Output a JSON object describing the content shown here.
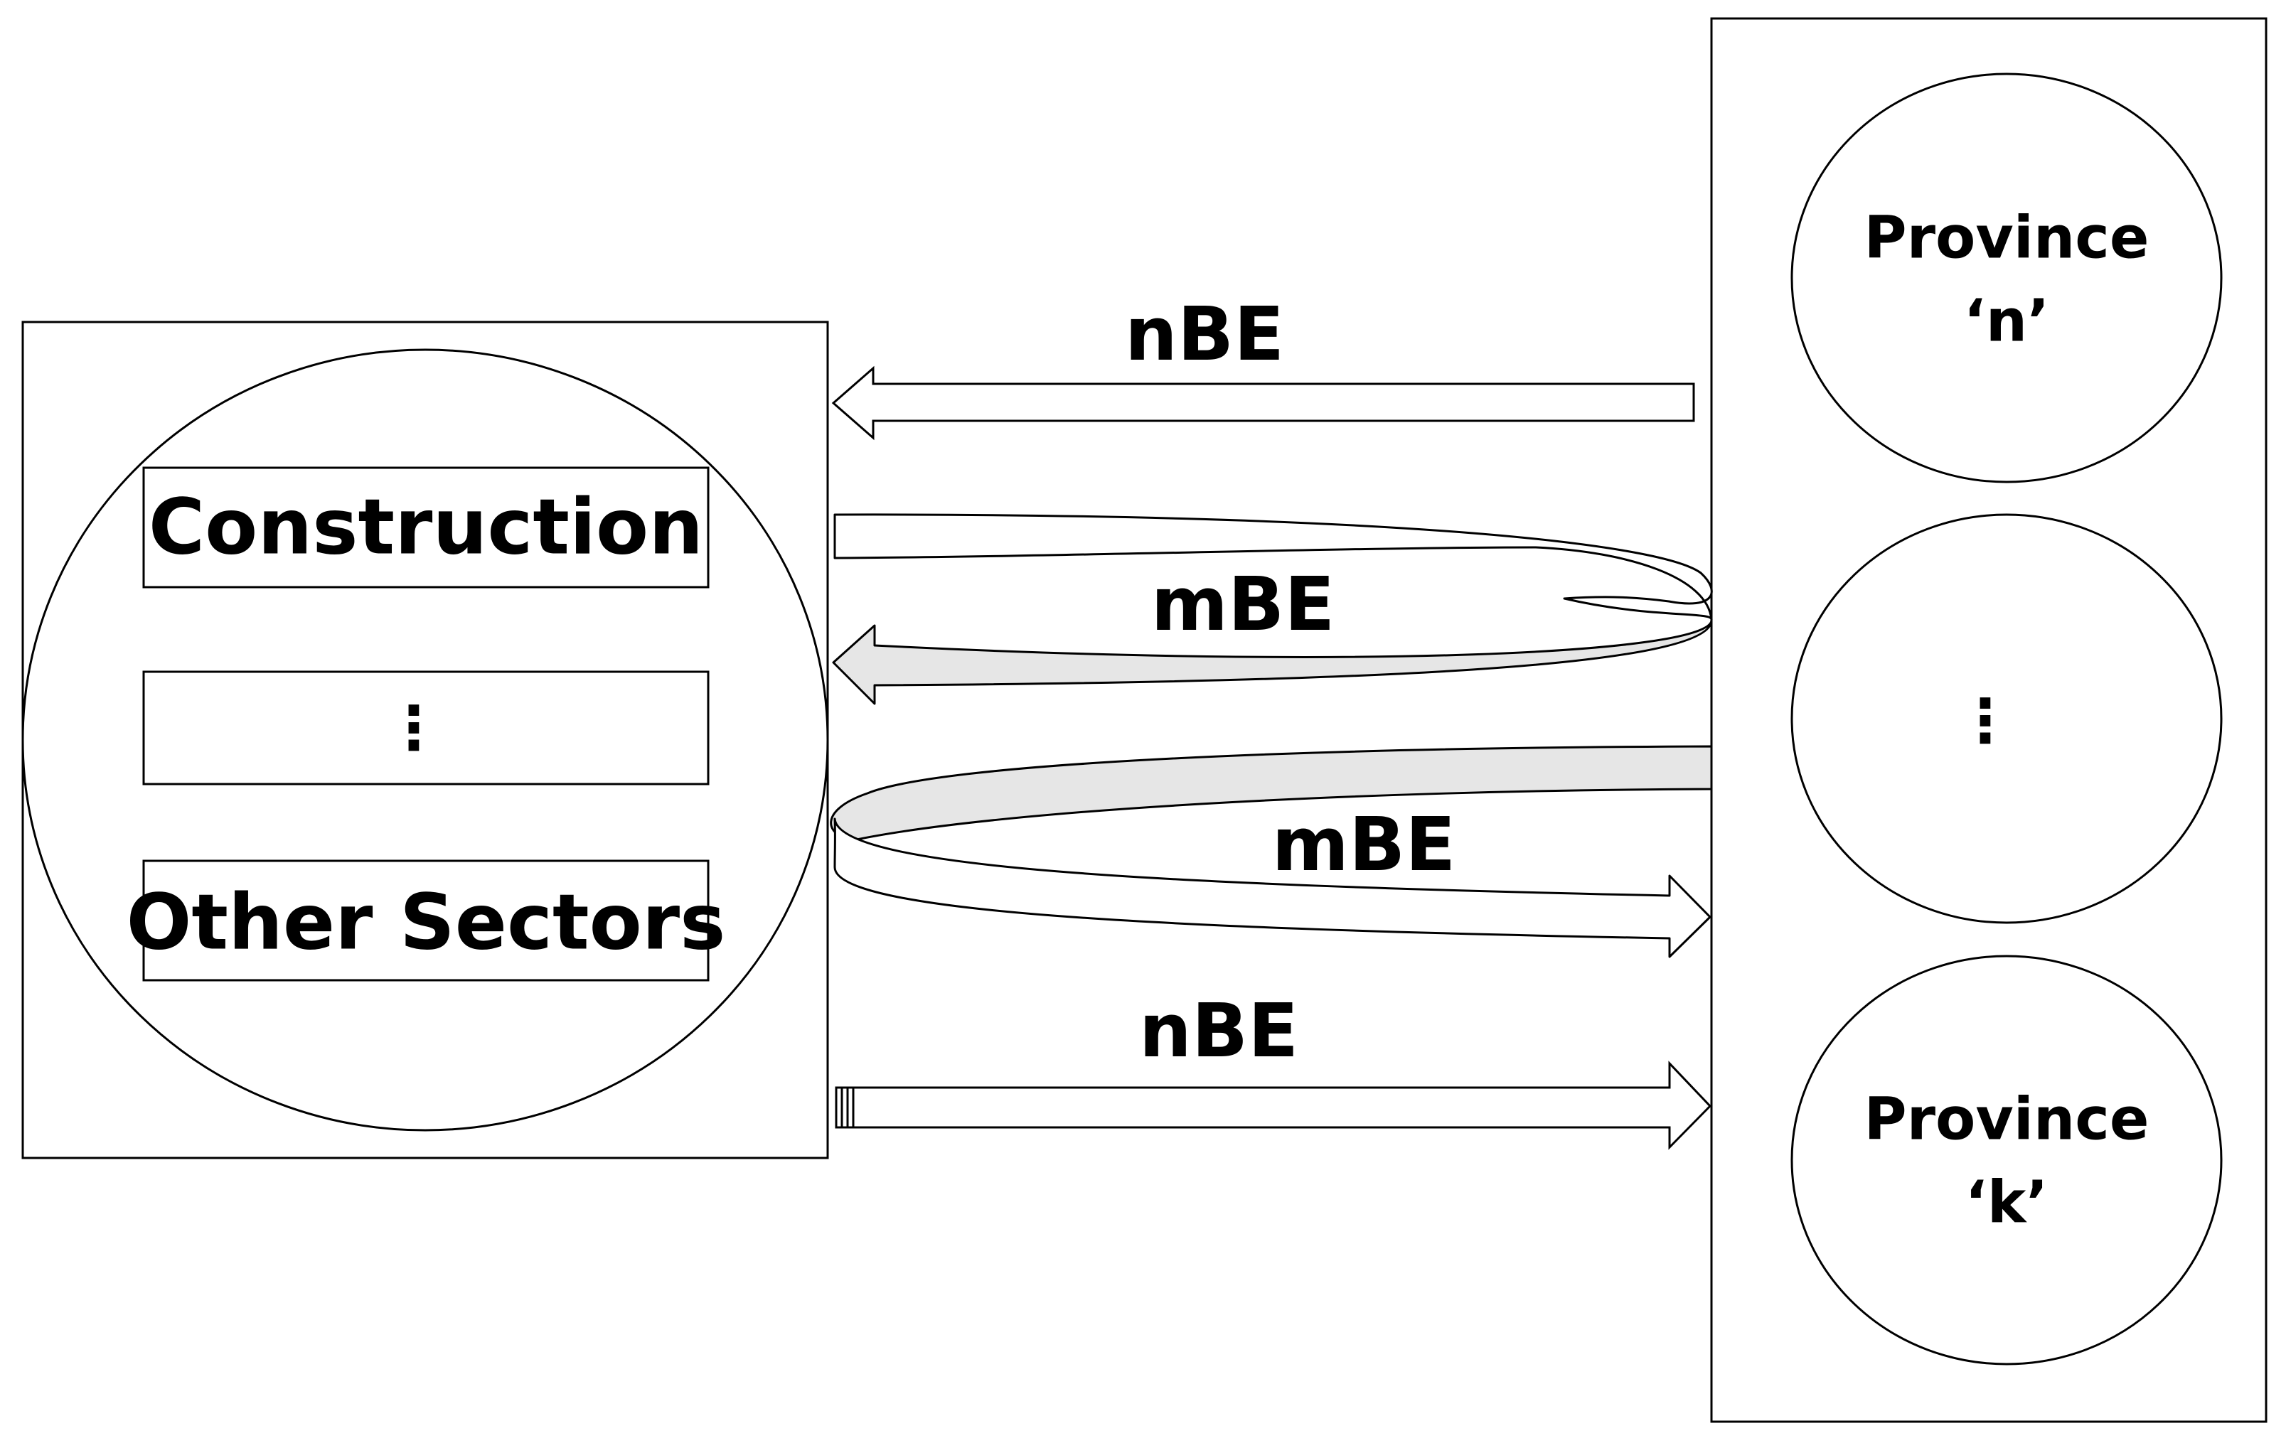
{
  "sectors": {
    "items": [
      {
        "label": "Construction"
      },
      {
        "label": "⋮"
      },
      {
        "label": "Other Sectors"
      }
    ]
  },
  "flows": {
    "top_nbe": "nBE",
    "upper_mbe": "mBE",
    "lower_mbe": "mBE",
    "bottom_nbe": "nBE"
  },
  "provinces": {
    "items": [
      {
        "line1": "Province",
        "line2": "‘n’"
      },
      {
        "line1": "⋮",
        "line2": ""
      },
      {
        "line1": "Province",
        "line2": "‘k’"
      }
    ]
  },
  "colors": {
    "stroke": "#000000",
    "background": "#ffffff",
    "ribbon_shade": "#e6e6e6"
  }
}
